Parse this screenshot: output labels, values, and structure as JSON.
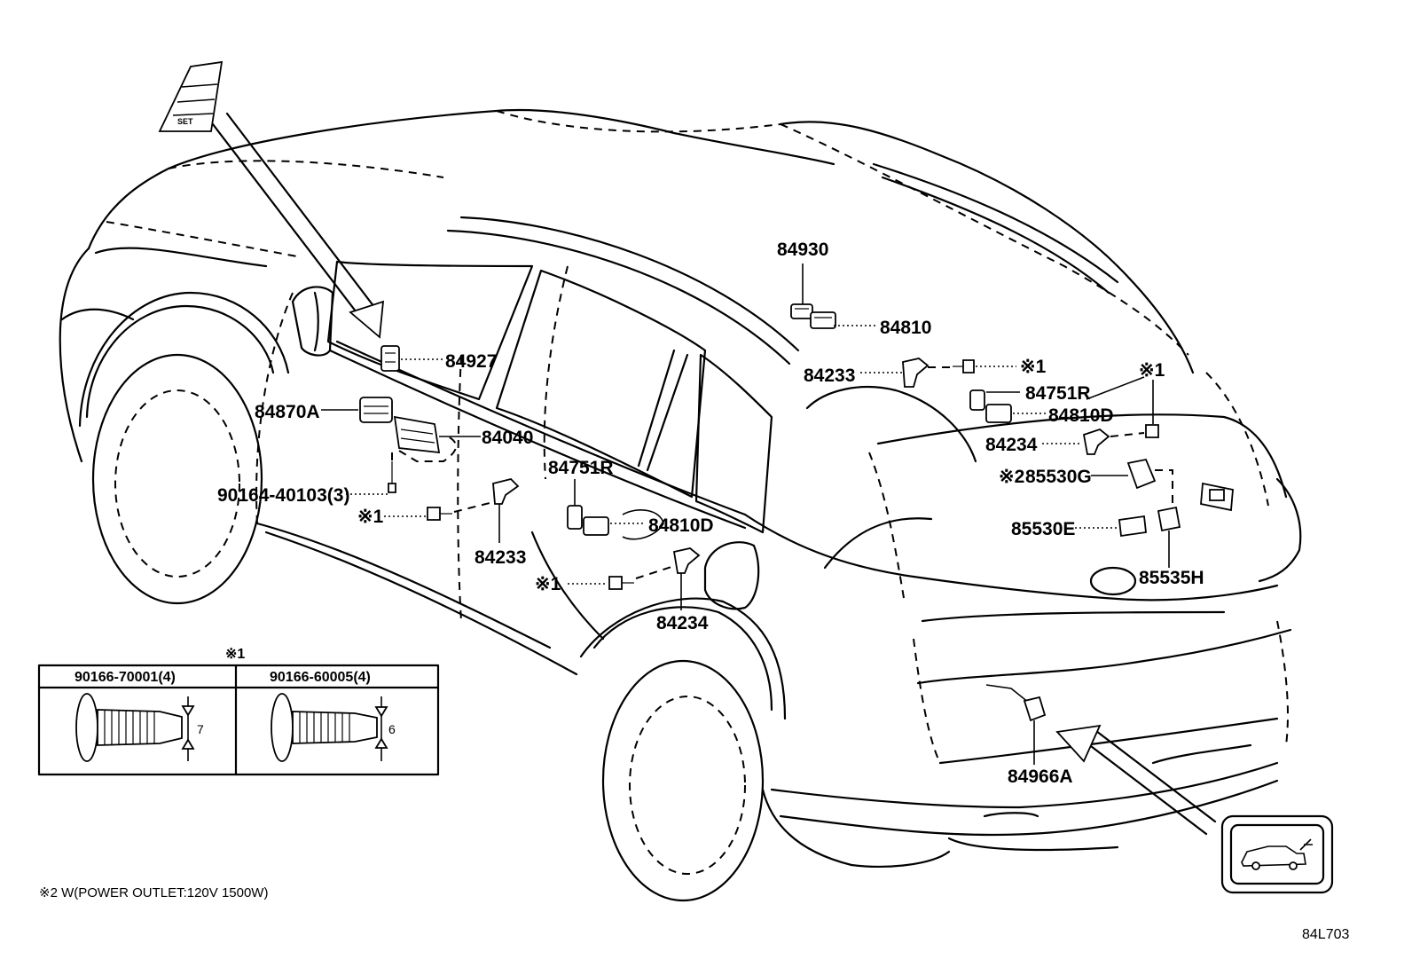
{
  "diagram_id": "84L703",
  "parts": {
    "p84930": "84930",
    "p84810_top": "84810",
    "p84927": "84927",
    "p84233_roof": "84233",
    "p84751R_rear": "84751R",
    "p84810D_rear": "84810D",
    "p84870A": "84870A",
    "p84040": "84040",
    "p84234_rear": "84234",
    "p85530G": "85530G",
    "p90164": "90164-40103(3)",
    "p84751R_side": "84751R",
    "p84810D_side": "84810D",
    "p85530E": "85530E",
    "p84233_side": "84233",
    "p85535H": "85535H",
    "p84234_side": "84234",
    "p84966A": "84966A"
  },
  "marks": {
    "ref1": "※1",
    "ref2": "※2"
  },
  "inset": {
    "title": "※1",
    "col1": "90166-70001(4)",
    "col2": "90166-60005(4)",
    "dim1": "7",
    "dim2": "6"
  },
  "switch_icon_text": "SET",
  "footnote": "※2 W(POWER OUTLET:120V 1500W)"
}
